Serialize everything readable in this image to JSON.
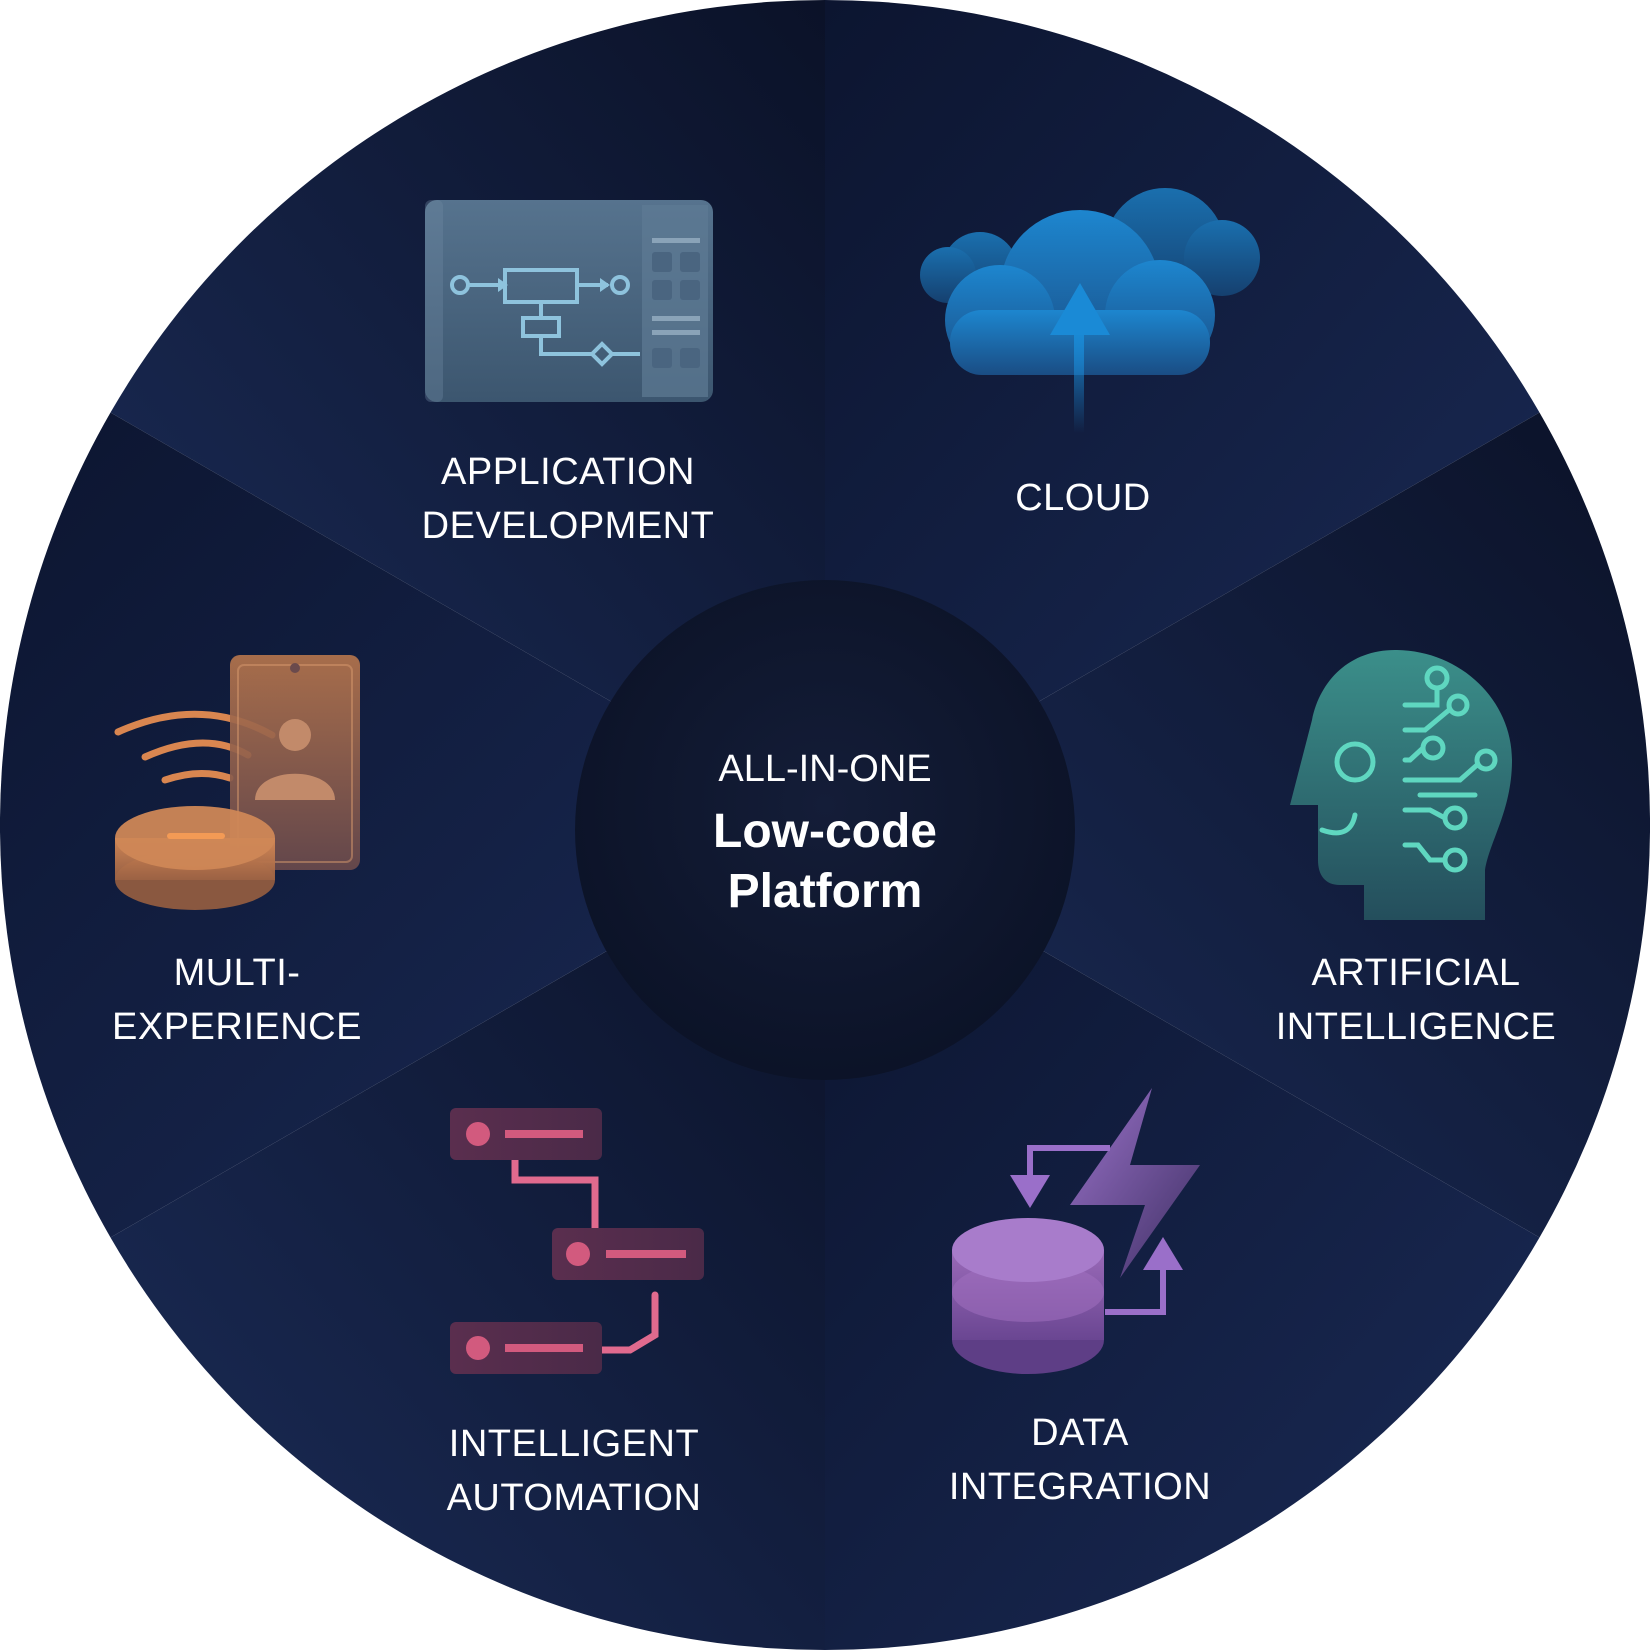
{
  "center": {
    "kicker": "ALL-IN-ONE",
    "title_line1": "Low-code",
    "title_line2": "Platform"
  },
  "segments": [
    {
      "id": "application-development",
      "lines": [
        "APPLICATION",
        "DEVELOPMENT"
      ],
      "icon": "flowchart-window-icon",
      "color": "#5f7f98"
    },
    {
      "id": "cloud",
      "lines": [
        "CLOUD"
      ],
      "icon": "cloud-upload-icon",
      "color": "#1b86c8"
    },
    {
      "id": "artificial-intelligence",
      "lines": [
        "ARTIFICIAL",
        "INTELLIGENCE"
      ],
      "icon": "ai-head-icon",
      "color": "#3dbfa6"
    },
    {
      "id": "data-integration",
      "lines": [
        "DATA",
        "INTEGRATION"
      ],
      "icon": "database-lightning-icon",
      "color": "#9b6cc0"
    },
    {
      "id": "intelligent-automation",
      "lines": [
        "INTELLIGENT",
        "AUTOMATION"
      ],
      "icon": "workflow-servers-icon",
      "color": "#d45a82"
    },
    {
      "id": "multi-experience",
      "lines": [
        "MULTI-",
        "EXPERIENCE"
      ],
      "icon": "device-user-icon",
      "color": "#e08a4e"
    }
  ]
}
